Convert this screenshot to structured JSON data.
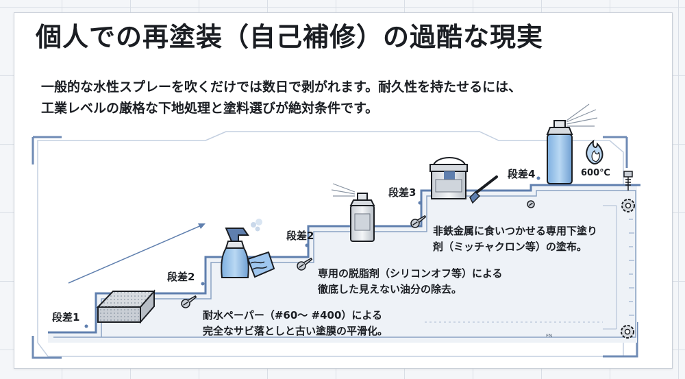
{
  "title": "個人での再塗装（自己補修）の過酷な現実",
  "subtitle": {
    "line1": "一般的な水性スプレーを吹くだけでは数日で剥がれます。耐久性を持たせるには、",
    "line2": "工業レベルの厳格な下地処理と塗料選びが絶対条件です。"
  },
  "steps": [
    {
      "label": "段差1"
    },
    {
      "label": "段差2"
    },
    {
      "label": "段差2"
    },
    {
      "label": "段差3"
    },
    {
      "label": "段差4"
    }
  ],
  "descriptions": [
    {
      "line1": "耐水ペーパー（#60～ #400）による",
      "line2": "完全なサビ落としと古い塗膜の平滑化。"
    },
    {
      "line1": "専用の脱脂剤（シリコンオフ等）による",
      "line2": "徹底した見えない油分の除去。"
    },
    {
      "line1": "非鉄金属に食いつかせる専用下塗り",
      "line2": "剤（ミッチャクロン等）の塗布。"
    }
  ],
  "heat_label": "600℃",
  "colors": {
    "line": "#5f7fae",
    "step_fill": "#eef2f7",
    "accent": "#8fbce8",
    "dark": "#1a1d22"
  },
  "icons": [
    "sponge-icon",
    "spray-bottle-icon",
    "cloth-icon",
    "spray-can-icon",
    "paint-can-icon",
    "brush-icon",
    "heat-spray-can-icon",
    "flame-icon",
    "screw-icon",
    "gear-icon"
  ]
}
